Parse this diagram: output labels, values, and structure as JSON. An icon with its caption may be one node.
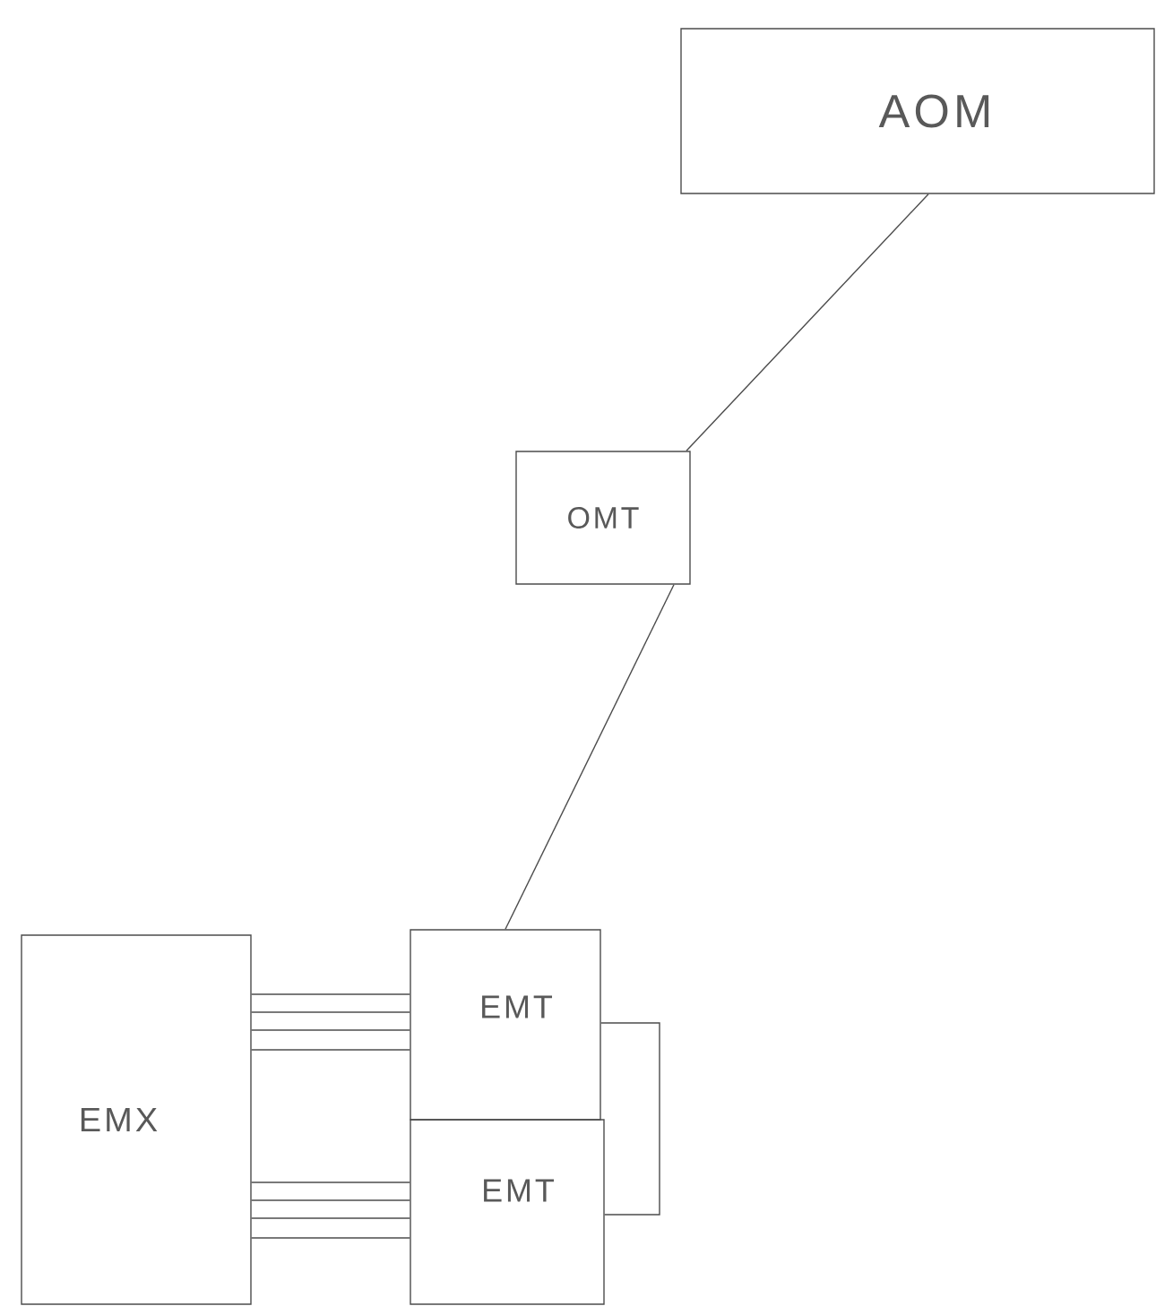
{
  "diagram": {
    "nodes": [
      {
        "text": [
          "AOM"
        ]
      },
      {
        "text": [
          "OMT"
        ]
      },
      {
        "text": [
          "EMX"
        ]
      },
      {
        "text": [
          "EMT"
        ]
      },
      {
        "text": [
          "EMT"
        ]
      }
    ],
    "edges": [
      {
        "from": 0,
        "to": 1,
        "arrow": "none"
      },
      {
        "from": 1,
        "to": 3,
        "arrow": "none"
      },
      {
        "from": 2,
        "to": 3,
        "arrow": "none"
      },
      {
        "from": 2,
        "to": 3,
        "arrow": "none"
      },
      {
        "from": 2,
        "to": 3,
        "arrow": "none"
      },
      {
        "from": 2,
        "to": 3,
        "arrow": "none"
      },
      {
        "from": 2,
        "to": 4,
        "arrow": "none"
      },
      {
        "from": 2,
        "to": 4,
        "arrow": "none"
      },
      {
        "from": 2,
        "to": 4,
        "arrow": "none"
      },
      {
        "from": 2,
        "to": 4,
        "arrow": "none"
      },
      {
        "from": 3,
        "to": 4,
        "arrow": "none"
      }
    ]
  }
}
